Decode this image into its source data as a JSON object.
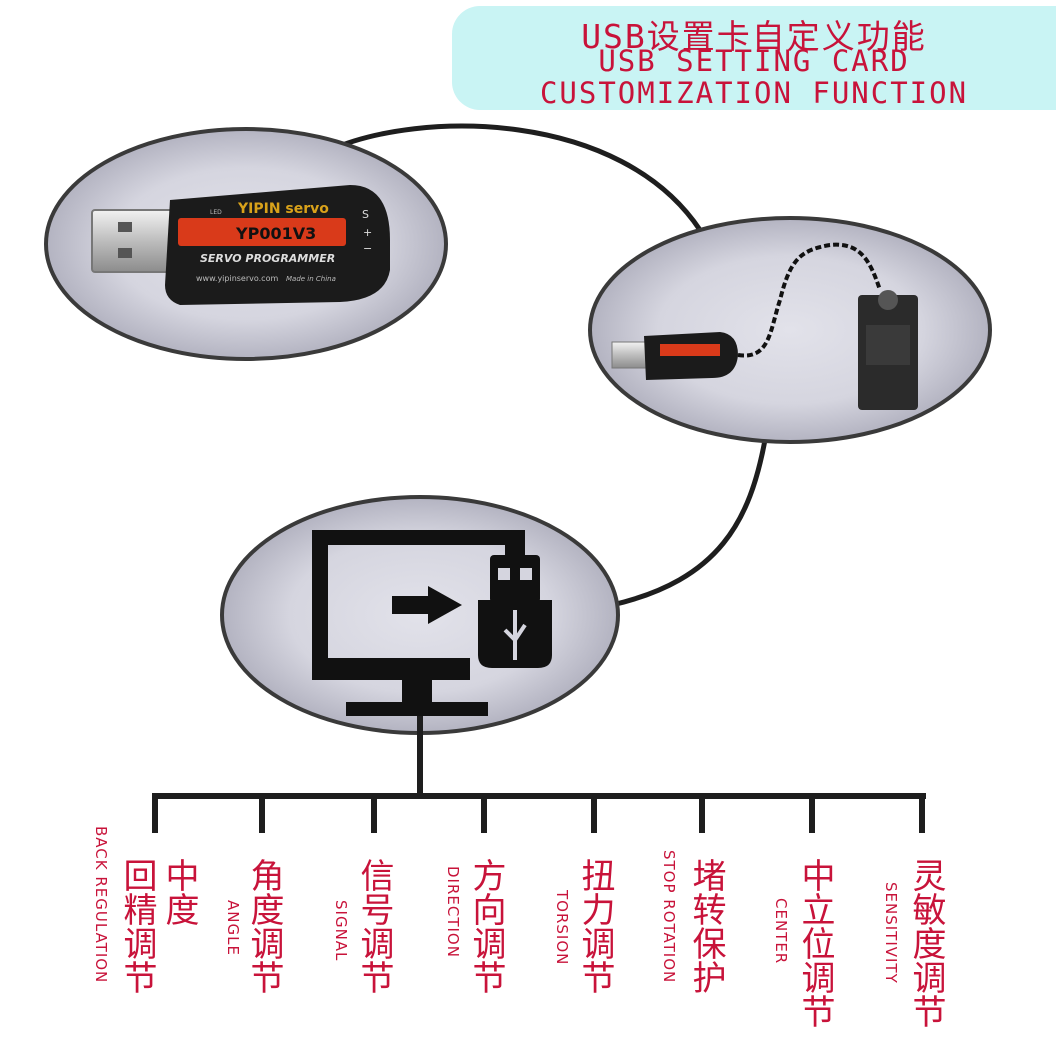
{
  "banner": {
    "title_zh": "USB设置卡自定义功能",
    "title_en_line1": "USB SETTING CARD",
    "title_en_line2": "CUSTOMIZATION FUNCTION"
  },
  "device": {
    "brand": "YIPIN servo",
    "model": "YP001V3",
    "product": "SERVO PROGRAMMER",
    "website": "www.yipinservo.com",
    "made_in": "Made in China",
    "led_label": "LED",
    "button_labels": [
      "S",
      "+",
      "−"
    ]
  },
  "features": [
    {
      "zh": "中度",
      "zh2": "回精调节",
      "en": "BACK REGULATION"
    },
    {
      "zh": "角度调节",
      "en": "ANGLE"
    },
    {
      "zh": "信号调节",
      "en": "SIGNAL"
    },
    {
      "zh": "方向调节",
      "en": "DIRECTION"
    },
    {
      "zh": "扭力调节",
      "en": "TORSION"
    },
    {
      "zh": "堵转保护",
      "en": "STOP ROTATION"
    },
    {
      "zh": "中立位调节",
      "en": "CENTER"
    },
    {
      "zh": "灵敏度调节",
      "en": "SENSITIVITY"
    }
  ]
}
